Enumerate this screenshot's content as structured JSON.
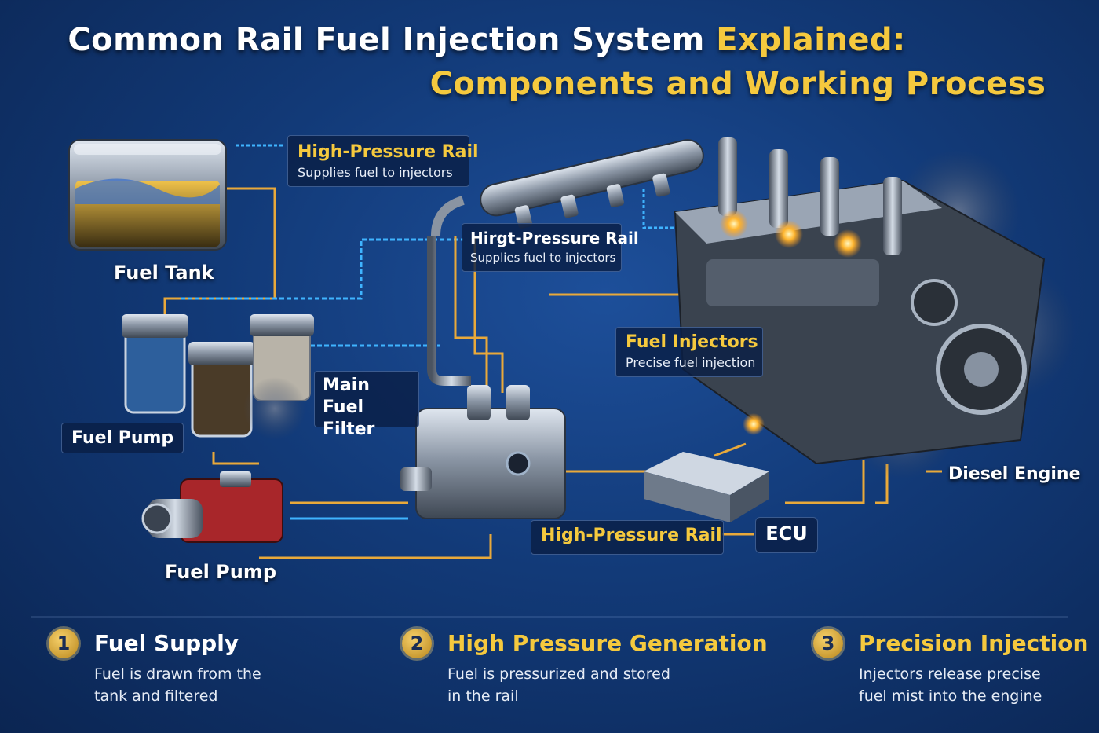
{
  "title": {
    "line1_white": "Common Rail Fuel Injection System ",
    "line1_gold": "Explained:",
    "line2_gold": "Components and Working Process"
  },
  "labels": {
    "fuel_tank": "Fuel Tank",
    "fuel_pump_top": "Fuel Pump",
    "fuel_pump_bottom": "Fuel Pump",
    "diesel_engine": "Diesel Engine",
    "ecu": "ECU",
    "rail_bottom": "High-Pressure Rail"
  },
  "boxes": {
    "rail_top": {
      "title": "High-Pressure Rail",
      "sub": "Supplies fuel to injectors"
    },
    "rail_mid": {
      "title": "Hirgt-Pressure Rail",
      "sub": "Supplies fuel to injectors"
    },
    "injectors": {
      "title": "Fuel Injectors",
      "sub": "Precise fuel injection"
    },
    "main_filter": {
      "title": "Main Fuel Filter"
    }
  },
  "steps": [
    {
      "num": "1",
      "title": "Fuel Supply",
      "desc": "Fuel is drawn from the tank and filtered",
      "title_color": "#ffffff"
    },
    {
      "num": "2",
      "title": "High Pressure Generation",
      "desc": "Fuel is pressurized and stored in the rail",
      "title_color": "#f5c93e"
    },
    {
      "num": "3",
      "title": "Precision Injection",
      "desc": "Injectors release precise fuel mist into the engine",
      "title_color": "#f5c93e"
    }
  ],
  "colors": {
    "gold": "#f5c93e",
    "line_gold": "#e9a93a",
    "line_blue": "#3fb4ff",
    "bg": "#123a78"
  }
}
